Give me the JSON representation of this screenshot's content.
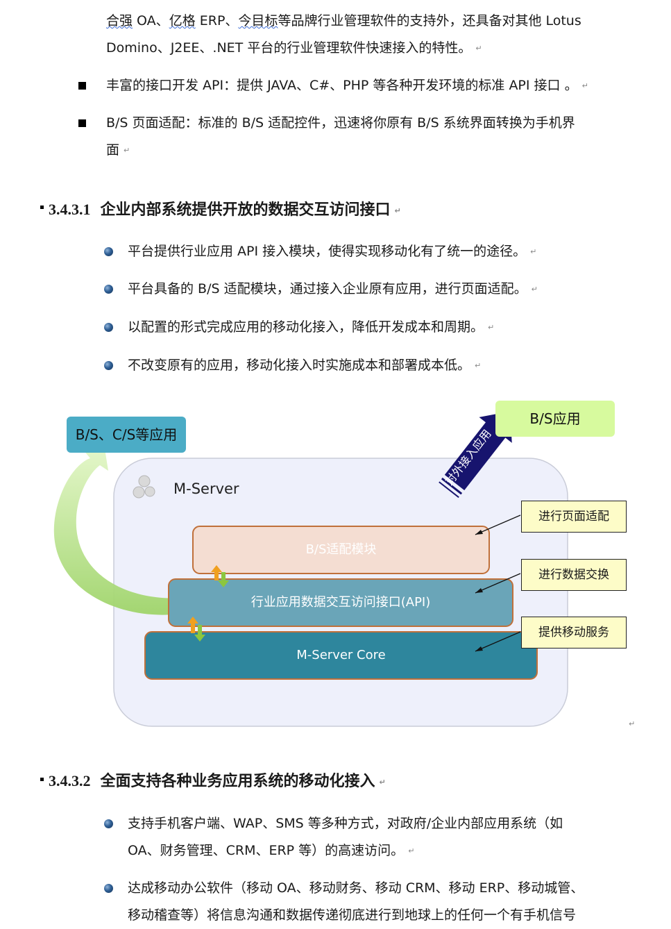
{
  "intro": {
    "line1_seg1": "合强",
    "line1_seg2": " OA、",
    "line1_seg3": "亿格",
    "line1_seg4": " ERP、",
    "line1_seg5": "今目标",
    "line1_seg6": "等品牌行业管理软件的支持外，还具备对其他 Lotus",
    "line2": "Domino、J2EE、.NET 平台的行业管理软件快速接入的特性。"
  },
  "square_bullets": [
    {
      "text": "丰富的接口开发 API：提供 JAVA、C#、PHP 等各种开发环境的标准 API 接口 。"
    },
    {
      "text_line1": "B/S 页面适配：标准的 B/S 适配控件，迅速将你原有 B/S 系统界面转换为手机界",
      "text_line2": "面"
    }
  ],
  "section1": {
    "number": "3.4.3.1",
    "title": "企业内部系统提供开放的数据交互访问接口",
    "bullets": [
      "平台提供行业应用 API 接入模块，使得实现移动化有了统一的途径。",
      "平台具备的 B/S 适配模块，通过接入企业原有应用，进行页面适配。",
      "以配置的形式完成应用的移动化接入，降低开发成本和周期。",
      "不改变原有的应用，移动化接入时实施成本和部署成本低。"
    ]
  },
  "diagram": {
    "bs_cs_app": "B/S、C/S等应用",
    "bs_app": "B/S应用",
    "external_access": "对外接入应用",
    "server_name": "M-Server",
    "bs_adapter": "B/S适配模块",
    "api_layer": "行业应用数据交互访问接口(API)",
    "core": "M-Server Core",
    "callout_page": "进行页面适配",
    "callout_data": "进行数据交换",
    "callout_service": "提供移动服务",
    "colors": {
      "teal_box": "#4bacc6",
      "green_box": "#d7fa9e",
      "server_bg": "#eef0fb",
      "adapter_fill": "#f4ddd2",
      "api_fill": "#6aa5b8",
      "core_fill": "#2e869d",
      "border_orange": "#c0703a",
      "arrow_navy": "#17146e",
      "callout_fill": "#fdfcc8"
    }
  },
  "section2": {
    "number": "3.4.3.2",
    "title": "全面支持各种业务应用系统的移动化接入",
    "bullets": [
      {
        "line1": "支持手机客户端、WAP、SMS  等多种方式，对政府/企业内部应用系统（如",
        "line2": "OA、财务管理、CRM、ERP 等）的高速访问。"
      },
      {
        "line1": "达成移动办公软件（移动 OA、移动财务、移动 CRM、移动 ERP、移动城管、",
        "line2": "移动稽查等）将信息沟通和数据传递彻底进行到地球上的任何一个有手机信号"
      }
    ]
  },
  "paragraph_mark": "↵"
}
